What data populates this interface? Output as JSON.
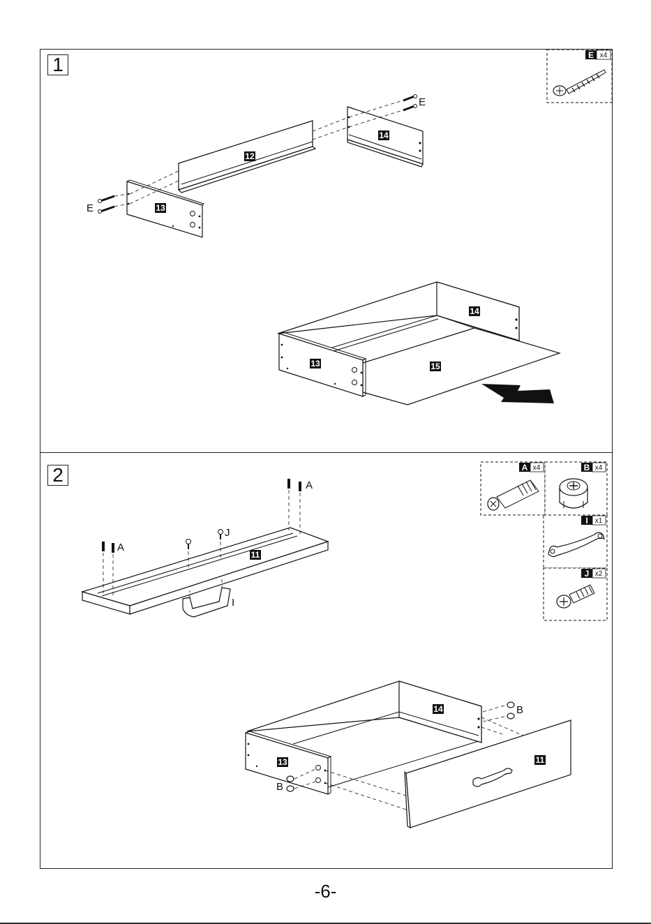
{
  "steps": [
    {
      "number": "1"
    },
    {
      "number": "2"
    }
  ],
  "page_number": "-6-",
  "parts": {
    "p11": "11",
    "p12": "12",
    "p13": "13",
    "p14": "14",
    "p15": "15"
  },
  "hardware": {
    "A": {
      "letter": "A",
      "qty": "x4"
    },
    "B": {
      "letter": "B",
      "qty": "x4"
    },
    "E": {
      "letter": "E",
      "qty": "x4"
    },
    "I": {
      "letter": "I",
      "qty": "x1"
    },
    "J": {
      "letter": "J",
      "qty": "x2"
    }
  },
  "icons": [
    "screw-icon",
    "dowel-icon",
    "cam-lock-icon",
    "handle-icon",
    "bolt-icon",
    "push-arrow-icon"
  ]
}
